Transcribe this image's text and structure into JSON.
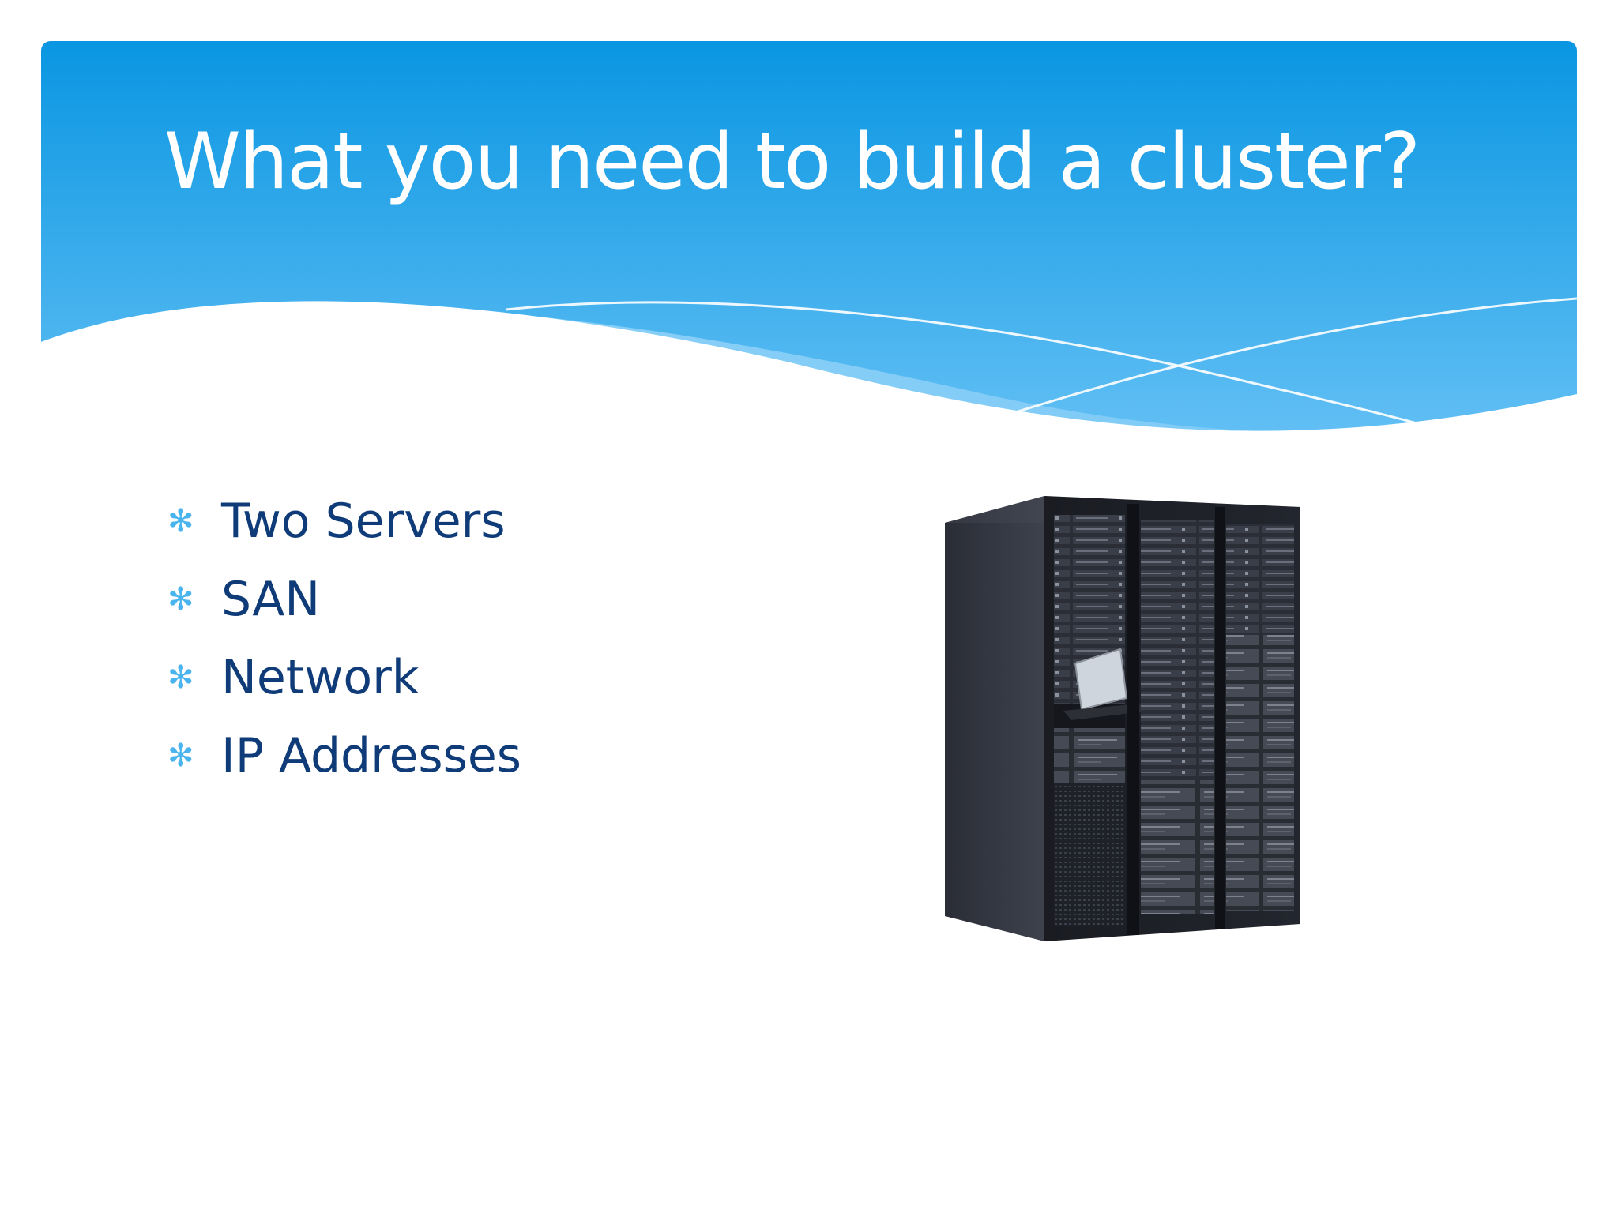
{
  "slide": {
    "title": "What you need to build a cluster?",
    "bullets": [
      {
        "text": "Two Servers",
        "marker_icon": "asterisk-bullet-icon"
      },
      {
        "text": "SAN",
        "marker_icon": "asterisk-bullet-icon"
      },
      {
        "text": "Network",
        "marker_icon": "asterisk-bullet-icon"
      },
      {
        "text": "IP Addresses",
        "marker_icon": "asterisk-bullet-icon"
      }
    ],
    "bullet_glyph": "✻",
    "image_icon": "server-rack-image"
  },
  "colors": {
    "header_top": "#0a96e2",
    "header_bottom": "#6cc4f6",
    "title_text": "#ffffff",
    "bullet_text": "#0f3c78",
    "bullet_marker": "#4ab4ee",
    "background": "#ffffff"
  }
}
